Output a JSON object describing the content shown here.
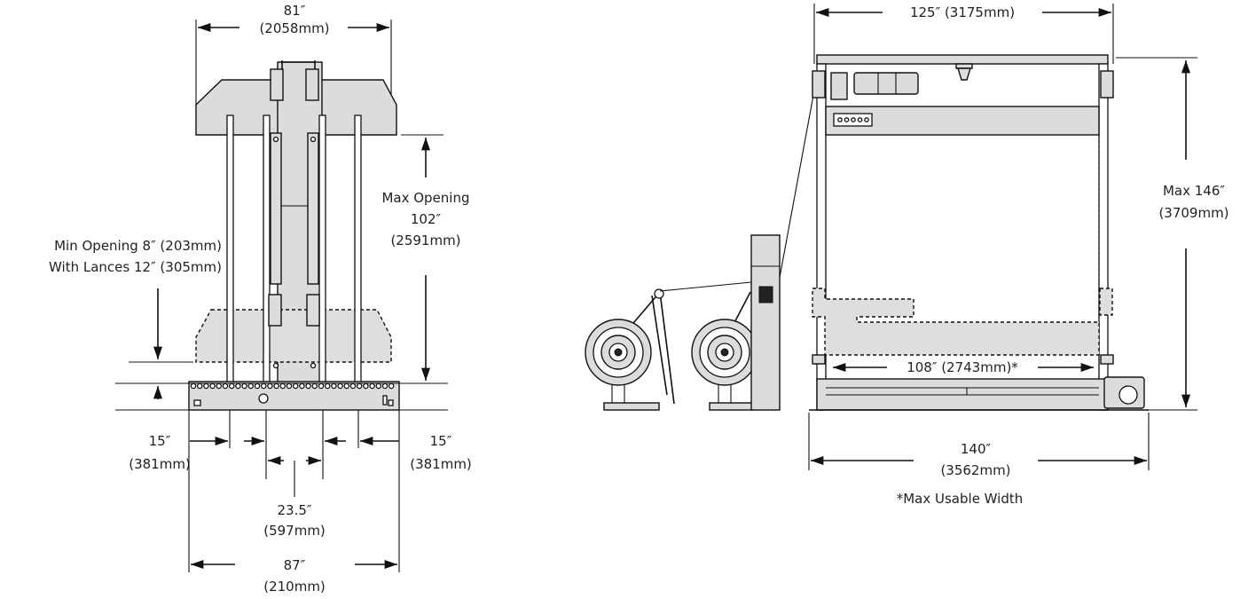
{
  "front_view": {
    "top_width": {
      "inch": "81″",
      "mm": "(2058mm)"
    },
    "max_opening": {
      "title": "Max Opening",
      "inch": "102″",
      "mm": "(2591mm)"
    },
    "min_opening": {
      "line1": "Min Opening 8″ (203mm)",
      "line2": "With Lances 12″ (305mm)"
    },
    "left_spacing": {
      "inch": "15″",
      "mm": "(381mm)"
    },
    "right_spacing": {
      "inch": "15″",
      "mm": "(381mm)"
    },
    "center_spacing": {
      "inch": "23.5″",
      "mm": "(597mm)"
    },
    "base_width": {
      "inch": "87″",
      "mm": "(210mm)"
    }
  },
  "side_view": {
    "top_width": "125″ (3175mm)",
    "max_height": {
      "inch": "Max 146″",
      "mm": "(3709mm)"
    },
    "usable_width": "108″ (2743mm)*",
    "overall_width": {
      "inch": "140″",
      "mm": "(3562mm)"
    },
    "footnote": "*Max Usable Width"
  },
  "colors": {
    "line": "#111111",
    "fill": "#dcdcdc",
    "background": "#ffffff"
  }
}
